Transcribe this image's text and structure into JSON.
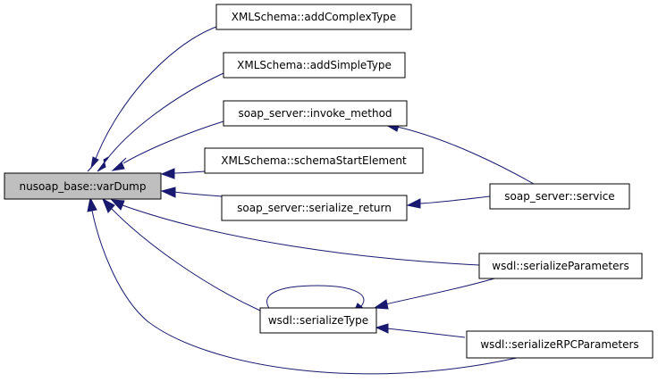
{
  "diagram": {
    "type": "caller-graph",
    "colors": {
      "edge": "#191970",
      "node_border": "#000000",
      "node_fill": "#ffffff",
      "focus_fill": "#bfbfbf"
    },
    "nodes": [
      {
        "id": "varDump",
        "label": "nusoap_base::varDump",
        "focus": true
      },
      {
        "id": "addComplexType",
        "label": "XMLSchema::addComplexType"
      },
      {
        "id": "addSimpleType",
        "label": "XMLSchema::addSimpleType"
      },
      {
        "id": "invoke_method",
        "label": "soap_server::invoke_method"
      },
      {
        "id": "schemaStartElement",
        "label": "XMLSchema::schemaStartElement"
      },
      {
        "id": "serialize_return",
        "label": "soap_server::serialize_return"
      },
      {
        "id": "service",
        "label": "soap_server::service"
      },
      {
        "id": "serializeParameters",
        "label": "wsdl::serializeParameters"
      },
      {
        "id": "serializeType",
        "label": "wsdl::serializeType"
      },
      {
        "id": "serializeRPCParameters",
        "label": "wsdl::serializeRPCParameters"
      }
    ],
    "edges": [
      {
        "from": "addComplexType",
        "to": "varDump"
      },
      {
        "from": "addSimpleType",
        "to": "varDump"
      },
      {
        "from": "invoke_method",
        "to": "varDump"
      },
      {
        "from": "schemaStartElement",
        "to": "varDump"
      },
      {
        "from": "serialize_return",
        "to": "varDump"
      },
      {
        "from": "serializeParameters",
        "to": "varDump"
      },
      {
        "from": "serializeType",
        "to": "varDump"
      },
      {
        "from": "serializeRPCParameters",
        "to": "varDump"
      },
      {
        "from": "service",
        "to": "invoke_method"
      },
      {
        "from": "service",
        "to": "serialize_return"
      },
      {
        "from": "serializeParameters",
        "to": "serializeType"
      },
      {
        "from": "serializeRPCParameters",
        "to": "serializeType"
      },
      {
        "from": "serializeType",
        "to": "serializeType"
      }
    ]
  }
}
